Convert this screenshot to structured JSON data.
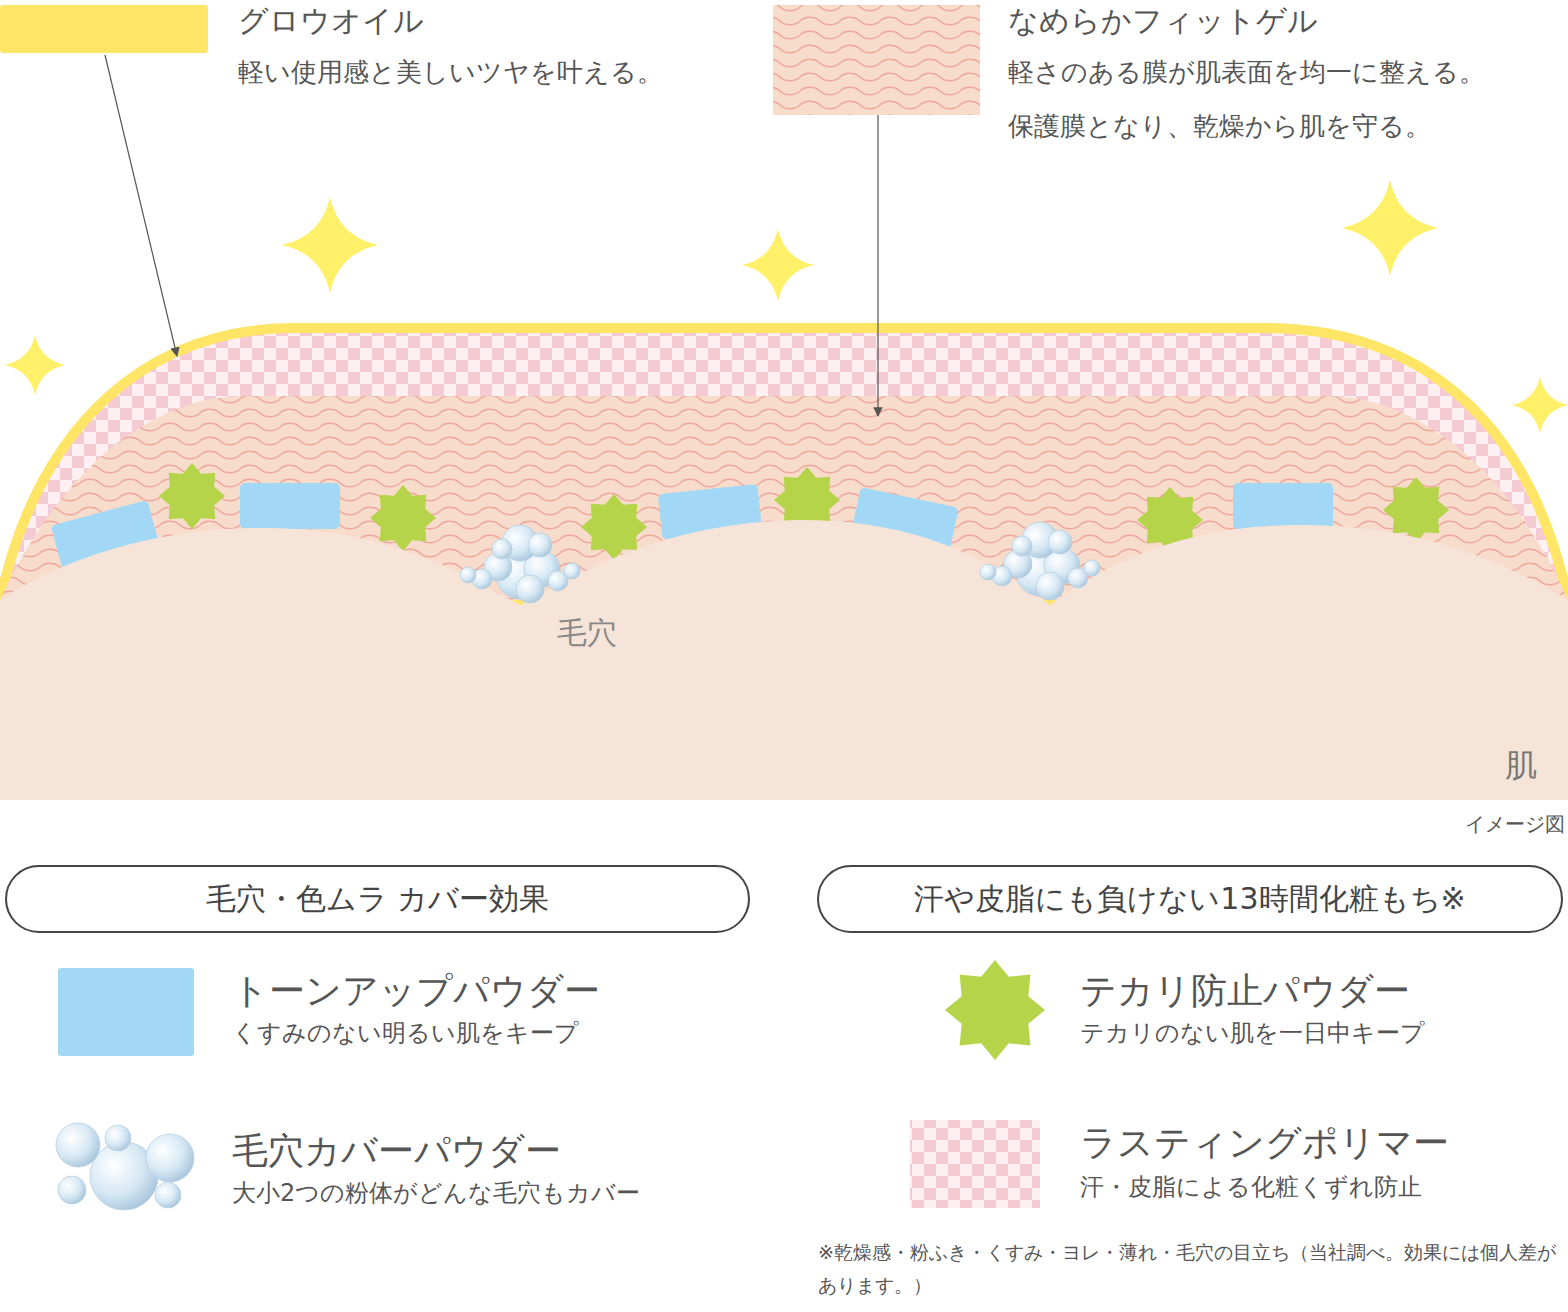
{
  "diagram": {
    "nodes": [
      {
        "text": [
          "毛穴・色ムラ カバー効果"
        ]
      },
      {
        "text": [
          "汗や皮脂にも負けない13時間化粧もち※"
        ]
      }
    ],
    "labels": [
      "軽い使用感と美しいツヤを叶える。",
      "軽さのある膜が肌表面を均一に整える。",
      "保護膜となり、乾燥から肌を守る。",
      "毛穴",
      "肌",
      "イメージ図",
      "くすみのない明るい肌をキープ",
      "大小2つの粉体がどんな毛穴もカバー",
      "テカリのない肌を一日中キープ",
      "汗・皮脂による化粧くずれ防止",
      "※乾燥感・粉ふき・くすみ・ヨレ・薄れ・毛穴の目立ち（当社調べ。効果には個人差があります。）"
    ],
    "legend": [
      {
        "text": "グロウオイル",
        "color": "#ffe566"
      },
      {
        "text": "なめらかフィットゲル"
      },
      {
        "text": "トーンアップパウダー",
        "color": "#a2d8f5"
      },
      {
        "text": "毛穴カバーパウダー"
      },
      {
        "text": "テカリ防止パウダー"
      },
      {
        "text": "ラスティングポリマー"
      }
    ]
  }
}
